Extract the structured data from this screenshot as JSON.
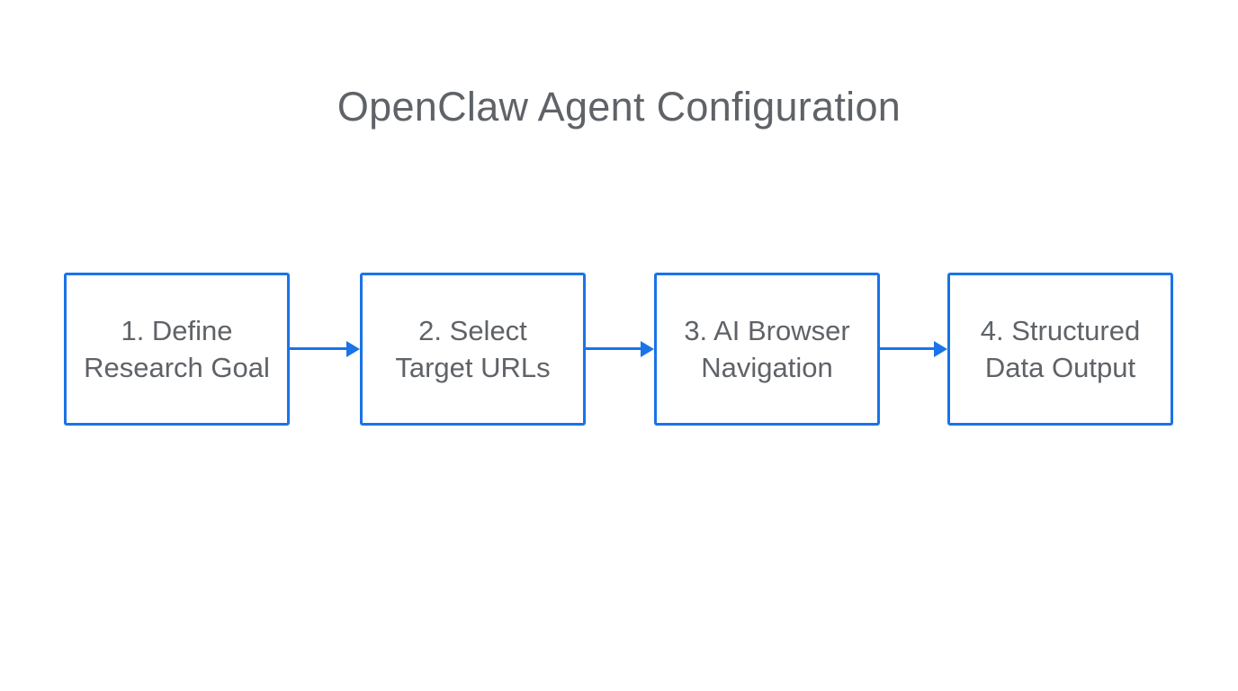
{
  "title": "OpenClaw Agent Configuration",
  "colors": {
    "accent": "#1a73e8",
    "text": "#5f6368",
    "background": "#ffffff"
  },
  "diagram": {
    "type": "flowchart",
    "direction": "left-to-right",
    "steps": [
      {
        "label": "1. Define\nResearch Goal"
      },
      {
        "label": "2. Select\nTarget URLs"
      },
      {
        "label": "3. AI Browser\nNavigation"
      },
      {
        "label": "4. Structured\nData Output"
      }
    ],
    "connectors": [
      {
        "from": 1,
        "to": 2,
        "style": "solid-arrow"
      },
      {
        "from": 2,
        "to": 3,
        "style": "solid-arrow"
      },
      {
        "from": 3,
        "to": 4,
        "style": "solid-arrow"
      }
    ]
  }
}
